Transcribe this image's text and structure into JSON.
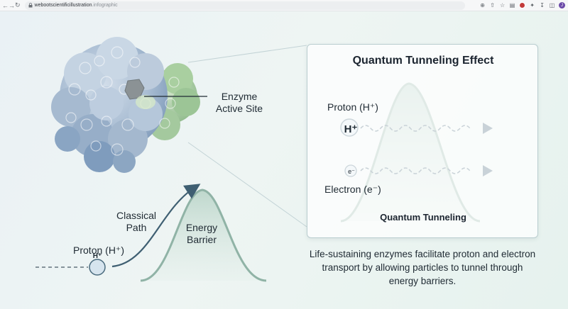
{
  "browser": {
    "url_host": "webootscientificillustration",
    "url_path": ".infographic",
    "profile_initial": "J",
    "icons": [
      "back-icon",
      "forward-icon",
      "reload-icon",
      "lock-icon",
      "zoom-icon",
      "share-icon",
      "star-icon",
      "reader-icon",
      "extension-icon",
      "puzzle-icon",
      "download-icon",
      "sidebar-icon",
      "menu-icon"
    ]
  },
  "infographic": {
    "enzyme_label": [
      "Enzyme",
      "Active Site"
    ],
    "classical_path_label": [
      "Classical",
      "Path"
    ],
    "energy_barrier_label": [
      "Energy",
      "Barrier"
    ],
    "proton_label_main": "Proton (H⁺)",
    "proton_symbol": "H⁺",
    "panel": {
      "title": "Quantum Tunneling Effect",
      "proton_label": "Proton (H⁺)",
      "proton_symbol": "H⁺",
      "electron_symbol": "e⁻",
      "electron_label": "Electron (e⁻)",
      "caption": "Quantum Tunneling"
    },
    "description": "Life-sustaining enzymes facilitate proton and electron transport by allowing particles to tunnel through energy barriers."
  },
  "colors": {
    "accent": "#4a6b7e",
    "barrier_fill": "#9fbfb4",
    "enzyme_blue": "#8aa7c4",
    "enzyme_green": "#93c08f",
    "active_site": "#8b9295"
  }
}
